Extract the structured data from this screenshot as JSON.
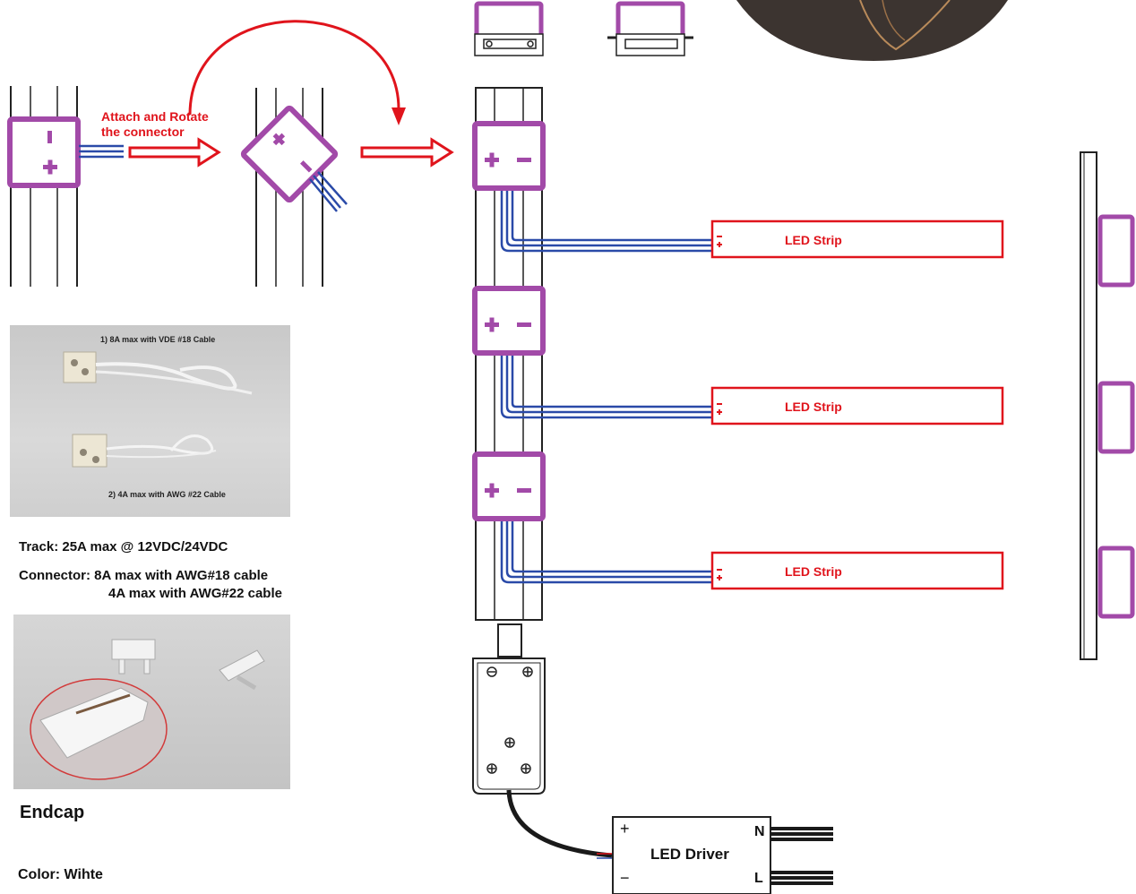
{
  "instruction": {
    "line1": "Attach and Rotate",
    "line2": "the connector"
  },
  "connector_symbols": {
    "plus": "+",
    "minus": "-"
  },
  "led_strips": [
    {
      "label": "LED Strip"
    },
    {
      "label": "LED Strip"
    },
    {
      "label": "LED Strip"
    }
  ],
  "photo_connectors": {
    "caption1": "1) 8A max with VDE #18 Cable",
    "caption2": "2) 4A max with AWG #22 Cable"
  },
  "specs": {
    "track": "Track: 25A max @ 12VDC/24VDC",
    "connector_line1": "Connector: 8A max with AWG#18 cable",
    "connector_line2": "4A max with AWG#22 cable"
  },
  "endcap": {
    "title": "Endcap"
  },
  "color": {
    "label": "Color: Wihte"
  },
  "driver": {
    "label": "LED Driver",
    "plus": "+",
    "minus": "−",
    "n": "N",
    "l": "L"
  },
  "colors": {
    "accent_red": "#e0141c",
    "connector_purple": "#a24aa8",
    "wire_blue": "#2a4aa8"
  }
}
